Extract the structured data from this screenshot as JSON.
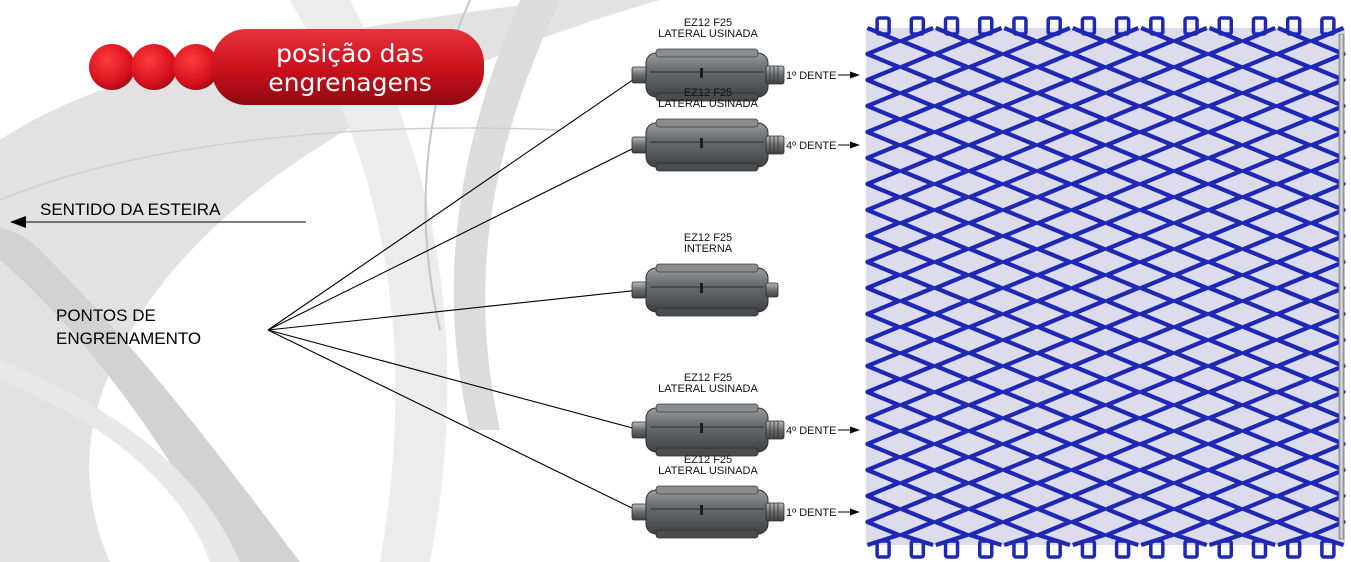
{
  "title": {
    "line1": "posição das",
    "line2": "engrenagens"
  },
  "direction_label": "SENTIDO DA ESTEIRA",
  "engagement_label": {
    "line1": "PONTOS DE",
    "line2": "ENGRENAMENTO"
  },
  "sprockets": [
    {
      "line1": "EZ12 F25",
      "line2": "LATERAL USINADA",
      "tooth": "1º DENTE",
      "type": "lateral"
    },
    {
      "line1": "EZ12 F25",
      "line2": "LATERAL USINADA",
      "tooth": "4º DENTE",
      "type": "lateral"
    },
    {
      "line1": "EZ12 F25",
      "line2": "INTERNA",
      "tooth": "",
      "type": "interna"
    },
    {
      "line1": "EZ12 F25",
      "line2": "LATERAL USINADA",
      "tooth": "4º DENTE",
      "type": "lateral"
    },
    {
      "line1": "EZ12 F25",
      "line2": "LATERAL USINADA",
      "tooth": "1º DENTE",
      "type": "lateral"
    }
  ],
  "colors": {
    "title_bg": "#c8101c",
    "dots": "#d8121e",
    "belt_wire": "#1e28b4",
    "belt_bg": "#dcdcec",
    "sprocket_body": "#5e6064"
  }
}
